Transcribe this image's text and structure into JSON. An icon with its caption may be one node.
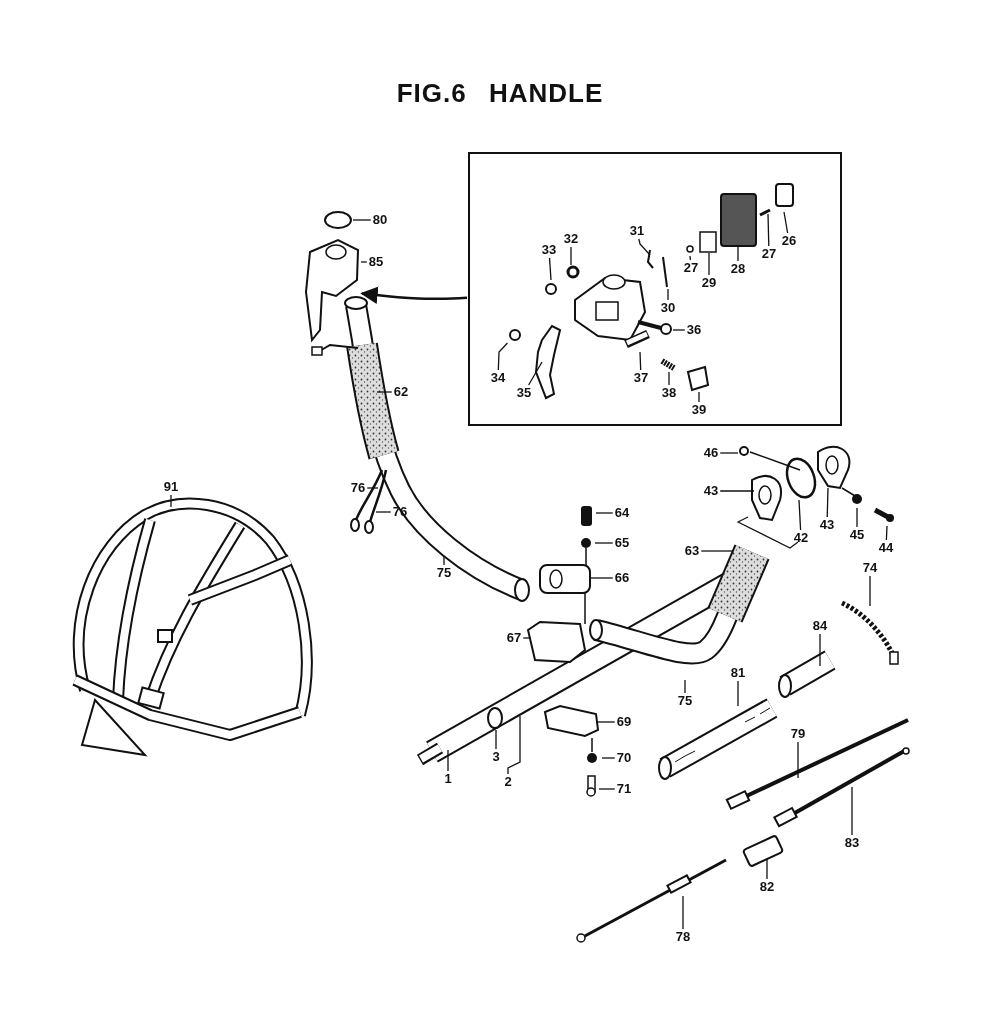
{
  "diagram": {
    "title": "FIG.6 HANDLE",
    "nodes": [
      {
        "text": [],
        "shape": "box"
      },
      {
        "text": [
          "26"
        ],
        "in": 0
      },
      {
        "text": [
          "27"
        ],
        "in": 0
      },
      {
        "text": [
          "28"
        ],
        "in": 0
      },
      {
        "text": [
          "27"
        ],
        "in": 0
      },
      {
        "text": [
          "29"
        ],
        "in": 0
      },
      {
        "text": [
          "31"
        ],
        "in": 0
      },
      {
        "text": [
          "32"
        ],
        "in": 0
      },
      {
        "text": [
          "33"
        ],
        "in": 0
      },
      {
        "text": [
          "30"
        ],
        "in": 0
      },
      {
        "text": [
          "36"
        ],
        "in": 0
      },
      {
        "text": [
          "34"
        ],
        "in": 0
      },
      {
        "text": [
          "35"
        ],
        "in": 0
      },
      {
        "text": [
          "37"
        ],
        "in": 0
      },
      {
        "text": [
          "38"
        ],
        "in": 0
      },
      {
        "text": [
          "39"
        ],
        "in": 0
      },
      {
        "text": [
          "80"
        ]
      },
      {
        "text": [
          "85"
        ]
      },
      {
        "text": [
          "62"
        ]
      },
      {
        "text": [
          "46"
        ]
      },
      {
        "text": [
          "43"
        ]
      },
      {
        "text": [
          "42"
        ]
      },
      {
        "text": [
          "43"
        ]
      },
      {
        "text": [
          "45"
        ]
      },
      {
        "text": [
          "44"
        ]
      },
      {
        "text": [
          "91"
        ]
      },
      {
        "text": [
          "76"
        ]
      },
      {
        "text": [
          "76"
        ]
      },
      {
        "text": [
          "64"
        ]
      },
      {
        "text": [
          "65"
        ]
      },
      {
        "text": [
          "75"
        ]
      },
      {
        "text": [
          "66"
        ]
      },
      {
        "text": [
          "63"
        ]
      },
      {
        "text": [
          "74"
        ]
      },
      {
        "text": [
          "67"
        ]
      },
      {
        "text": [
          "84"
        ]
      },
      {
        "text": [
          "81"
        ]
      },
      {
        "text": [
          "75"
        ]
      },
      {
        "text": [
          "69"
        ]
      },
      {
        "text": [
          "3"
        ]
      },
      {
        "text": [
          "70"
        ]
      },
      {
        "text": [
          "1"
        ]
      },
      {
        "text": [
          "2"
        ]
      },
      {
        "text": [
          "71"
        ]
      },
      {
        "text": [
          "79"
        ]
      },
      {
        "text": [
          "83"
        ]
      },
      {
        "text": [
          "82"
        ]
      },
      {
        "text": [
          "78"
        ]
      },
      {
        "text": [],
        "shape": "picture"
      },
      {
        "text": [],
        "shape": "box",
        "in": 0
      },
      {
        "text": [],
        "shape": "circle",
        "in": 0
      },
      {
        "text": [],
        "shape": "picture",
        "in": 0
      },
      {
        "text": [],
        "shape": "circle",
        "in": 0
      },
      {
        "text": [],
        "shape": "picture",
        "in": 0
      },
      {
        "text": [],
        "shape": "picture",
        "in": 0
      },
      {
        "text": [],
        "shape": "circle"
      },
      {
        "text": [],
        "shape": "circle"
      },
      {
        "text": [],
        "shape": "circle"
      },
      {
        "text": [],
        "shape": "box"
      },
      {
        "text": [],
        "shape": "picture",
        "in": 0
      }
    ],
    "edges": [
      {
        "from": 0,
        "to": 48,
        "arrow": "to"
      },
      {
        "from": 1,
        "to": null,
        "arrow": "none"
      },
      {
        "from": 2,
        "to": null,
        "arrow": "none"
      },
      {
        "from": 3,
        "to": null,
        "arrow": "none"
      },
      {
        "from": 4,
        "to": null,
        "arrow": "none"
      },
      {
        "from": 5,
        "to": 49,
        "arrow": "none"
      },
      {
        "from": 6,
        "to": null,
        "arrow": "none"
      },
      {
        "from": 7,
        "to": 50,
        "arrow": "none"
      },
      {
        "from": 8,
        "to": null,
        "arrow": "none"
      },
      {
        "from": 9,
        "to": 59,
        "arrow": "none"
      },
      {
        "from": 10,
        "to": 51,
        "arrow": "none"
      },
      {
        "from": 11,
        "to": 52,
        "arrow": "none"
      },
      {
        "from": 12,
        "to": null,
        "arrow": "none"
      },
      {
        "from": 13,
        "to": null,
        "arrow": "none"
      },
      {
        "from": 14,
        "to": 53,
        "arrow": "none"
      },
      {
        "from": 15,
        "to": 54,
        "arrow": "none"
      },
      {
        "from": 16,
        "to": 55,
        "arrow": "none"
      },
      {
        "from": 17,
        "to": 48,
        "arrow": "none"
      },
      {
        "from": 18,
        "to": null,
        "arrow": "none"
      },
      {
        "from": 19,
        "to": 56,
        "arrow": "none"
      },
      {
        "from": 20,
        "to": null,
        "arrow": "none"
      },
      {
        "from": 21,
        "to": null,
        "arrow": "none"
      },
      {
        "from": 22,
        "to": null,
        "arrow": "none"
      },
      {
        "from": 23,
        "to": null,
        "arrow": "none"
      },
      {
        "from": 24,
        "to": null,
        "arrow": "none"
      },
      {
        "from": 25,
        "to": null,
        "arrow": "none"
      },
      {
        "from": 26,
        "to": null,
        "arrow": "none"
      },
      {
        "from": 27,
        "to": null,
        "arrow": "none"
      },
      {
        "from": 28,
        "to": null,
        "arrow": "none"
      },
      {
        "from": 29,
        "to": null,
        "arrow": "none"
      },
      {
        "from": 30,
        "to": null,
        "arrow": "none"
      },
      {
        "from": 31,
        "to": null,
        "arrow": "none"
      },
      {
        "from": 32,
        "to": null,
        "arrow": "none"
      },
      {
        "from": 33,
        "to": null,
        "arrow": "none"
      },
      {
        "from": 34,
        "to": null,
        "arrow": "none"
      },
      {
        "from": 35,
        "to": null,
        "arrow": "none"
      },
      {
        "from": 36,
        "to": null,
        "arrow": "none"
      },
      {
        "from": 37,
        "to": null,
        "arrow": "none"
      },
      {
        "from": 38,
        "to": null,
        "arrow": "none"
      },
      {
        "from": 39,
        "to": 57,
        "arrow": "none"
      },
      {
        "from": 40,
        "to": null,
        "arrow": "none"
      },
      {
        "from": 41,
        "to": null,
        "arrow": "none"
      },
      {
        "from": 42,
        "to": null,
        "arrow": "none"
      },
      {
        "from": 43,
        "to": null,
        "arrow": "none"
      },
      {
        "from": 44,
        "to": null,
        "arrow": "none"
      },
      {
        "from": 45,
        "to": null,
        "arrow": "none"
      },
      {
        "from": 46,
        "to": null,
        "arrow": "none"
      },
      {
        "from": 47,
        "to": 58,
        "arrow": "none"
      }
    ]
  }
}
